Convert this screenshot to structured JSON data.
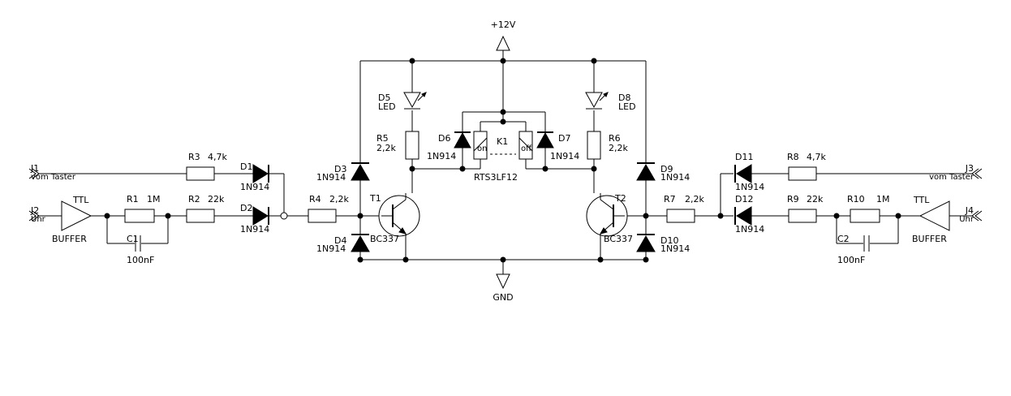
{
  "supply": {
    "vcc": "+12V",
    "gnd": "GND"
  },
  "connectors": {
    "j1": {
      "ref": "J1",
      "desc": "vom Taster"
    },
    "j2": {
      "ref": "J2",
      "desc": "Uhr"
    },
    "j3": {
      "ref": "J3",
      "desc": "vom Taster"
    },
    "j4": {
      "ref": "J4",
      "desc": "Uhr"
    }
  },
  "buffers": {
    "left": {
      "type": "TTL",
      "name": "BUFFER"
    },
    "right": {
      "type": "TTL",
      "name": "BUFFER"
    }
  },
  "resistors": {
    "r1": {
      "ref": "R1",
      "value": "1M"
    },
    "r2": {
      "ref": "R2",
      "value": "22k"
    },
    "r3": {
      "ref": "R3",
      "value": "4,7k"
    },
    "r4": {
      "ref": "R4",
      "value": "2,2k"
    },
    "r5": {
      "ref": "R5",
      "value": "2,2k"
    },
    "r6": {
      "ref": "R6",
      "value": "2,2k"
    },
    "r7": {
      "ref": "R7",
      "value": "2,2k"
    },
    "r8": {
      "ref": "R8",
      "value": "4,7k"
    },
    "r9": {
      "ref": "R9",
      "value": "22k"
    },
    "r10": {
      "ref": "R10",
      "value": "1M"
    }
  },
  "capacitors": {
    "c1": {
      "ref": "C1",
      "value": "100nF"
    },
    "c2": {
      "ref": "C2",
      "value": "100nF"
    }
  },
  "diodes": {
    "d1": {
      "ref": "D1",
      "value": "1N914"
    },
    "d2": {
      "ref": "D2",
      "value": "1N914"
    },
    "d3": {
      "ref": "D3",
      "value": "1N914"
    },
    "d4": {
      "ref": "D4",
      "value": "1N914"
    },
    "d5": {
      "ref": "D5",
      "value": "LED"
    },
    "d6": {
      "ref": "D6",
      "value": "1N914"
    },
    "d7": {
      "ref": "D7",
      "value": "1N914"
    },
    "d8": {
      "ref": "D8",
      "value": "LED"
    },
    "d9": {
      "ref": "D9",
      "value": "1N914"
    },
    "d10": {
      "ref": "D10",
      "value": "1N914"
    },
    "d11": {
      "ref": "D11",
      "value": "1N914"
    },
    "d12": {
      "ref": "D12",
      "value": "1N914"
    }
  },
  "transistors": {
    "t1": {
      "ref": "T1",
      "value": "BC337"
    },
    "t2": {
      "ref": "T2",
      "value": "BC337"
    }
  },
  "relay": {
    "ref": "K1",
    "part": "RTS3LF12",
    "coil_on": "on",
    "coil_off": "off"
  }
}
